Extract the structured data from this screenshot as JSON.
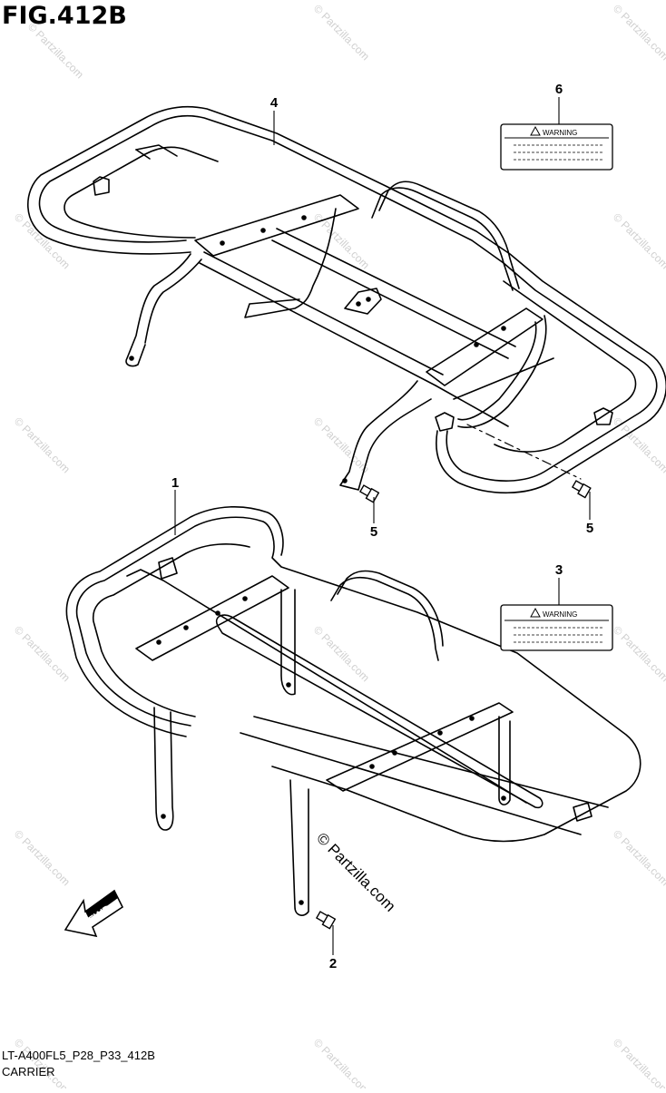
{
  "figure": {
    "title": "FIG.412B",
    "code": "LT-A400FL5_P28_P33_412B",
    "name": "CARRIER"
  },
  "callouts": {
    "rear_carrier": "4",
    "rear_label": "6",
    "front_carrier": "1",
    "front_label": "3",
    "bolt_left": "5",
    "bolt_right": "5",
    "front_bolt": "2"
  },
  "labels": {
    "warning_rear": "WARNING",
    "warning_front": "WARNING",
    "fwd": "FWD"
  },
  "watermark": {
    "text": "© Partzilla.com"
  }
}
